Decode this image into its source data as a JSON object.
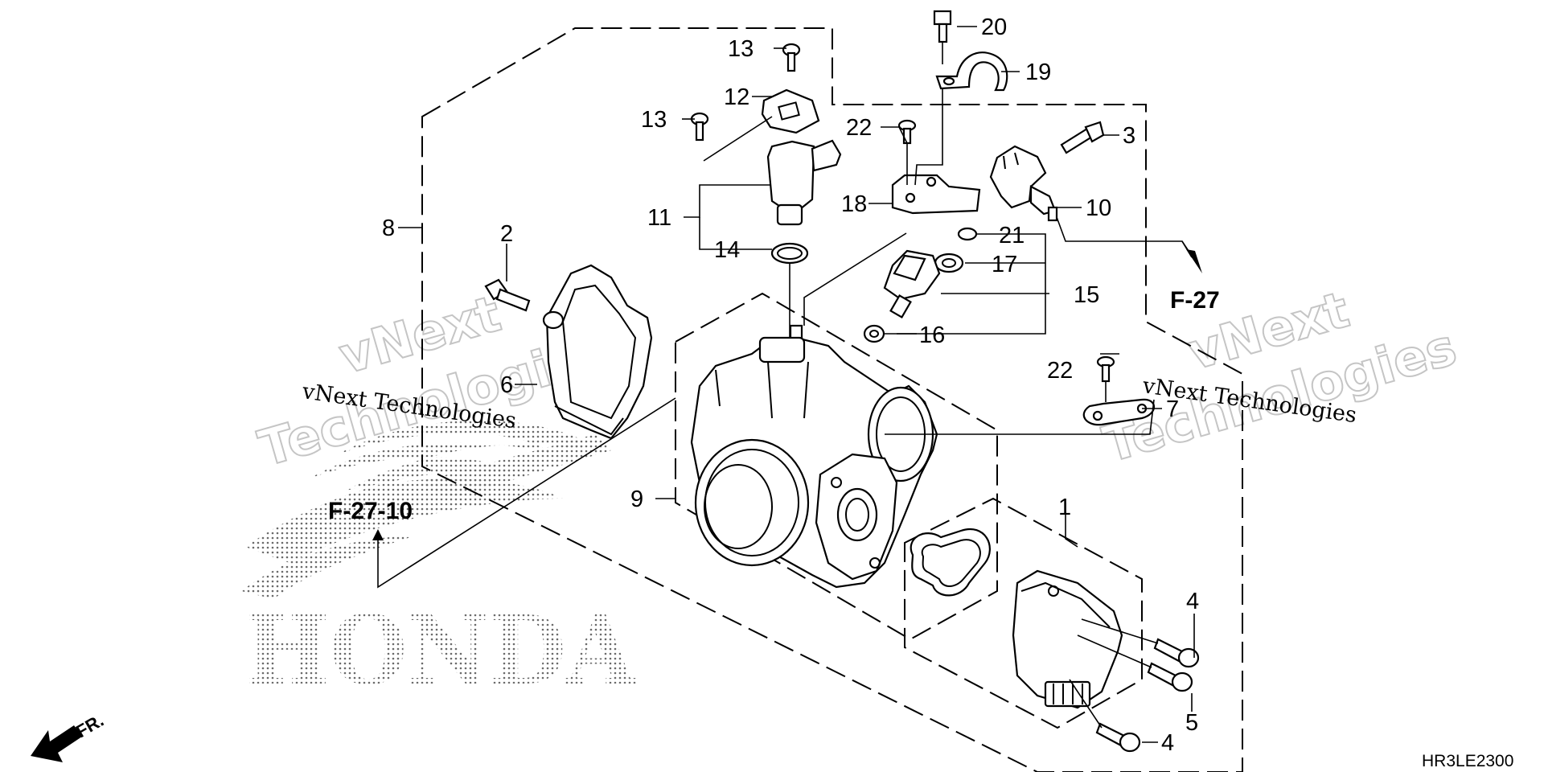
{
  "diagram": {
    "callouts": {
      "c1": "1",
      "c2": "2",
      "c3": "3",
      "c4a": "4",
      "c4b": "4",
      "c5": "5",
      "c6": "6",
      "c7": "7",
      "c8": "8",
      "c9": "9",
      "c10": "10",
      "c11": "11",
      "c12": "12",
      "c13a": "13",
      "c13b": "13",
      "c14": "14",
      "c15": "15",
      "c16": "16",
      "c17": "17",
      "c18": "18",
      "c19": "19",
      "c20": "20",
      "c21": "21",
      "c22a": "22",
      "c22b": "22"
    },
    "references": {
      "right": "F-27",
      "left": "F-27-10"
    },
    "direction": "FR.",
    "diagram_code": "HR3LE2300",
    "watermark": {
      "brand_line1": "vNext",
      "brand_line2": "Technologies",
      "caption": "vNext Technologies"
    },
    "logo_text": "HONDA"
  }
}
